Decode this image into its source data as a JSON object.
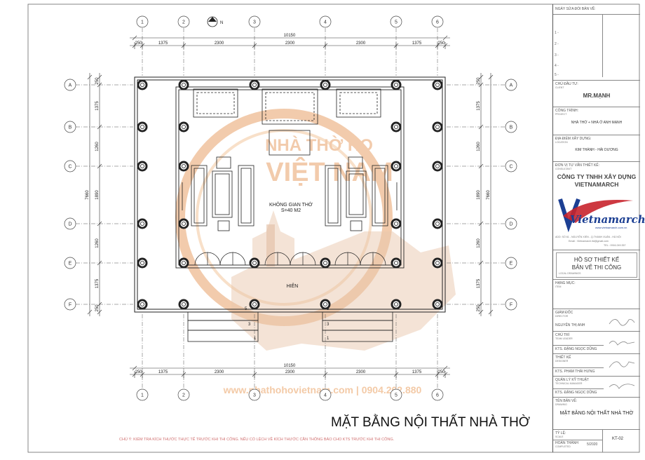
{
  "north_symbol": "N",
  "grid_columns": [
    "1",
    "2",
    "3",
    "4",
    "5",
    "6"
  ],
  "grid_rows": [
    "A",
    "B",
    "C",
    "D",
    "E",
    "F"
  ],
  "dims_horizontal": [
    "250",
    "1375",
    "2300",
    "2300",
    "2300",
    "1375",
    "250"
  ],
  "dim_total_horizontal": "10150",
  "dims_vertical": [
    "250",
    "1375",
    "1260",
    "1890",
    "1260",
    "1375",
    "250"
  ],
  "dim_total_vertical": "7660",
  "room_label": "KHÔNG GIAN THỜ",
  "room_area": "S=40 M2",
  "porch_label": "HIÊN",
  "step_labels": [
    "5",
    "3",
    "1"
  ],
  "watermark": {
    "line1": "NHÀ THỜ HỌ",
    "line2": "VIỆT NAM",
    "url_phone": "www.nhathohovietnam.com | 0904.202.880"
  },
  "drawing_title": "MẶT BẰNG NỘI THẤT NHÀ THỜ",
  "notes": "CHÚ Ý: KIỂM TRA KÍCH THƯỚC THỰC TẾ TRƯỚC KHI THI CÔNG. NẾU CÓ LỆCH VỀ KÍCH THƯỚC CẦN THÔNG BÁO CHO KTS TRƯỚC KHI THI CÔNG.",
  "title_block": {
    "revision_header": "NGÀY SỬA ĐỔI BẢN VẼ:",
    "revisions": [
      "1 -",
      "2 -",
      "3 -",
      "4 -",
      "5 -"
    ],
    "client_label": "CHỦ ĐẦU TƯ:",
    "client_label_en": "CLIENT",
    "client": "MR.MẠNH",
    "project_label": "CÔNG TRÌNH:",
    "project_label_en": "PROJECT",
    "project": "NHÀ THỜ + NHÀ Ở ANH MẠNH",
    "location_label": "ĐỊA ĐIỂM XÂY DỰNG:",
    "location_label_en": "LOCATION",
    "location": "KIM THÀNH - HẢI DƯƠNG",
    "consultant_label": "ĐƠN VỊ TƯ VẤN THIẾT KẾ:",
    "consultant_label_en": "CONSULTANT",
    "company_line1": "CÔNG TY TNHH XÂY DỰNG",
    "company_line2": "VIETNAMARCH",
    "logo_text": "Vietnamarch",
    "logo_url": "www.vietnamarch.com.vn",
    "company_address": "ADD: SỐ 61 - NGUYỄN XIỂN - Q.THANH XUÂN - HÀ NỘI",
    "company_email": "Email : Vietnamarch.ltd@gmail.com",
    "company_phone": "TEL : 0916.249.357",
    "stage_line1": "HỒ SƠ THIẾT KẾ",
    "stage_line2": "BẢN VẼ THI CÔNG",
    "stage_label_en": "LOCAL DRAWINGS",
    "item_label": "HẠNG MỤC:",
    "item_label_en": "ITEM",
    "director_label": "GIÁM ĐỐC",
    "director_label_en": "DIRECTOR",
    "director_name": "NGUYỄN THỊ ANH",
    "leader_label": "CHỦ TRÌ",
    "leader_label_en": "TEAM LEADER",
    "leader_name": "KTS. ĐẶNG NGỌC DŨNG",
    "designer_label": "THIẾT KẾ",
    "designer_label_en": "DESIGNER",
    "designer_name": "KTS. PHẠM THÁI HƯNG",
    "tech_label": "QUẢN LÝ KỸ THUẬT",
    "tech_label_en": "TECHNICAL MANAGER",
    "tech_name": "KTS. ĐẶNG NGỌC DŨNG",
    "drawing_name_label": "TÊN BẢN VẼ:",
    "drawing_name_label_en": "DRAWING",
    "drawing_name": "MẶT BẰNG NỘI THẤT NHÀ THỜ",
    "scale_label": "TỶ LỆ:",
    "scale_label_en": "SCALE",
    "completed_label": "HOÀN THÀNH",
    "completed_label_en": "COMPLETED",
    "date": "5/2020",
    "sheet_no": "KT-02"
  },
  "colors": {
    "line": "#222222",
    "watermark": "#e8a26a",
    "logo_blue": "#1c3f93",
    "logo_red": "#c8232c"
  }
}
